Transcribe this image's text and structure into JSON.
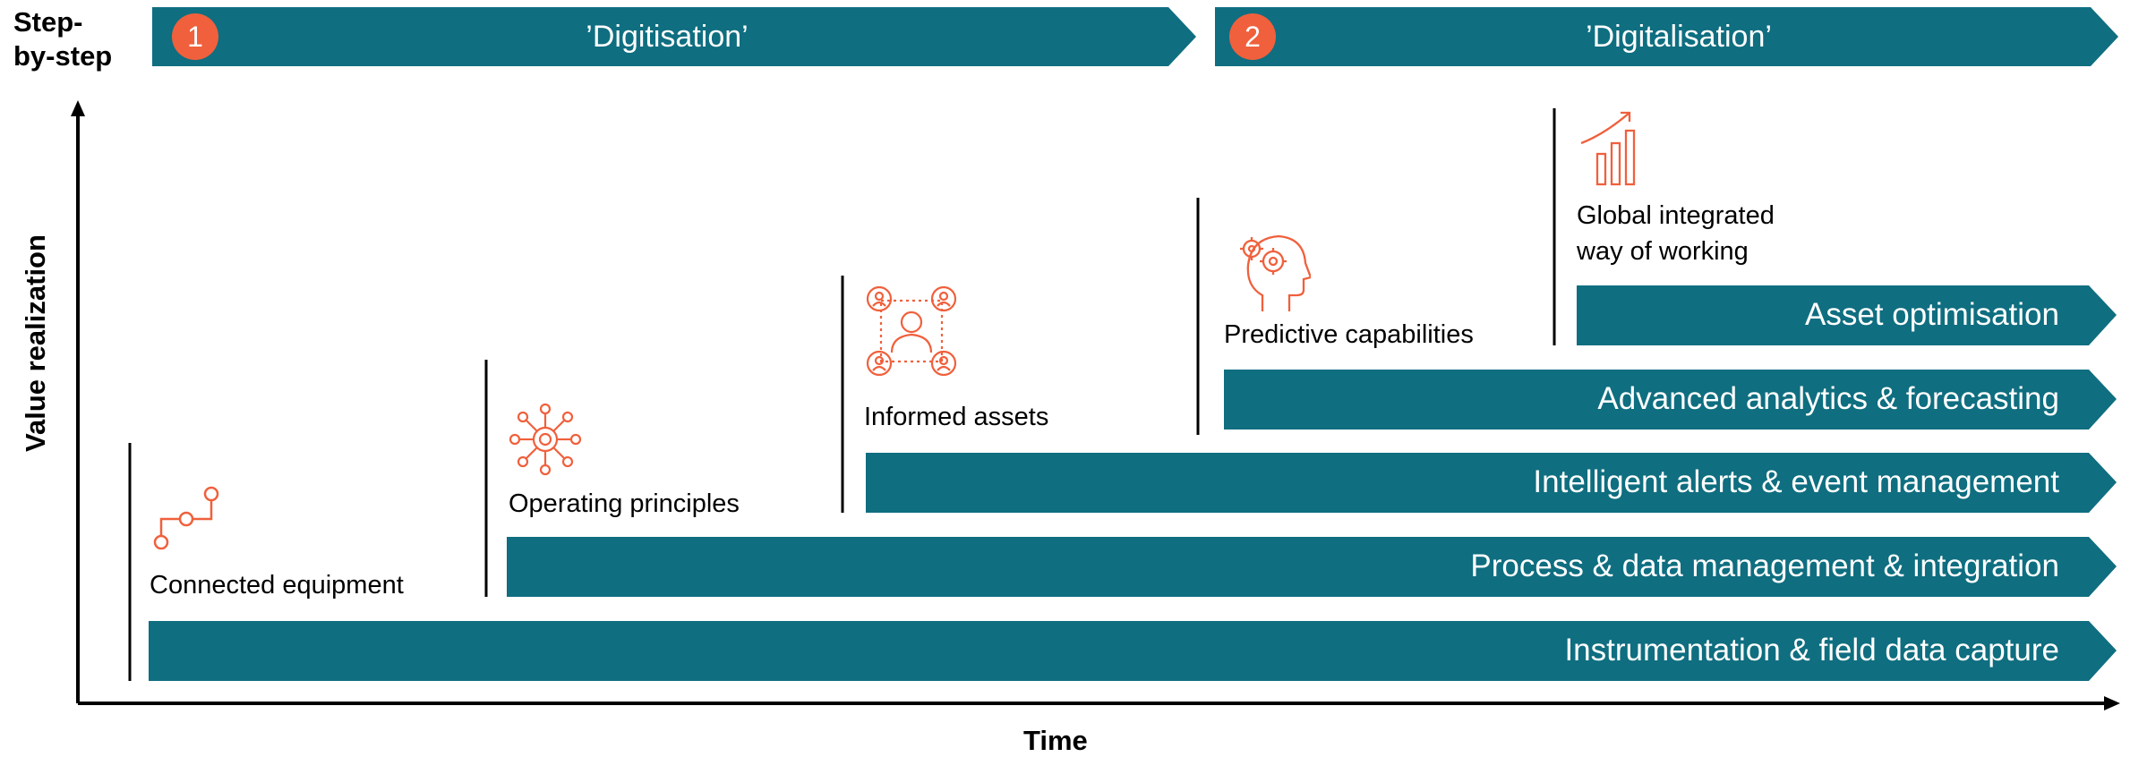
{
  "colors": {
    "bar": "#0f6e80",
    "accent": "#f0603c"
  },
  "axis": {
    "y_label": "Value realization",
    "x_label": "Time",
    "corner_label_line1": "Step-",
    "corner_label_line2": "by-step"
  },
  "phases": [
    {
      "number": "1",
      "label": "’Digitisation’"
    },
    {
      "number": "2",
      "label": "’Digitalisation’"
    }
  ],
  "bars": [
    "Instrumentation & field data capture",
    "Process & data management & integration",
    "Intelligent alerts & event management",
    "Advanced analytics & forecasting",
    "Asset optimisation"
  ],
  "stages": [
    {
      "label": "Connected equipment",
      "icon": "connected-nodes-icon"
    },
    {
      "label": "Operating principles",
      "icon": "gear-network-icon"
    },
    {
      "label": "Informed assets",
      "icon": "people-network-icon"
    },
    {
      "label": "Predictive capabilities",
      "icon": "head-gears-icon"
    },
    {
      "label_line1": "Global integrated",
      "label_line2": "way of working",
      "icon": "growth-chart-icon"
    }
  ]
}
